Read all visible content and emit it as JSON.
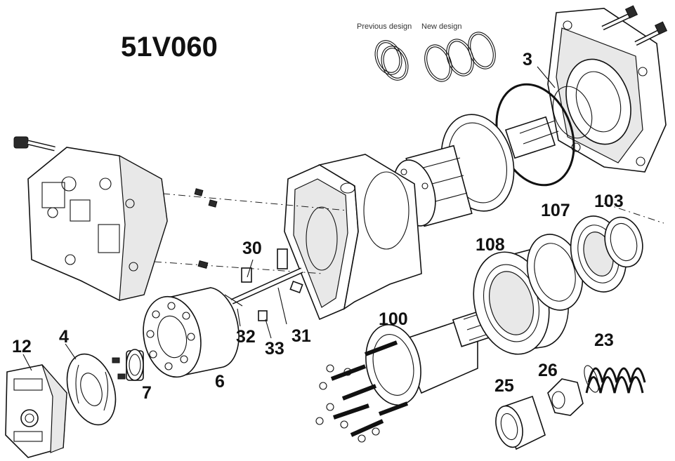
{
  "title": "51V060",
  "captions": {
    "previous": "Previous design",
    "new": "New design"
  },
  "callouts": {
    "p3": "3",
    "p4": "4",
    "p6": "6",
    "p7": "7",
    "p12": "12",
    "p23": "23",
    "p25": "25",
    "p26": "26",
    "p30": "30",
    "p31": "31",
    "p32": "32",
    "p33": "33",
    "p100": "100",
    "p103": "103",
    "p107": "107",
    "p108": "108"
  }
}
